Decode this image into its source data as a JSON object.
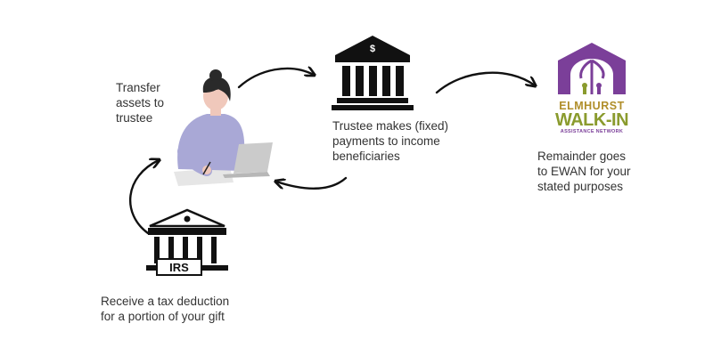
{
  "labels": {
    "transfer": [
      "Transfer",
      "assets to",
      "trustee"
    ],
    "trustee": [
      "Trustee makes (fixed)",
      "payments to income",
      "beneficiaries"
    ],
    "remainder": [
      "Remainder goes",
      "to EWAN for your",
      "stated purposes"
    ],
    "irs": [
      "Receive a tax deduction",
      "for a portion of your gift"
    ]
  },
  "logo": {
    "line1": "ELMHURST",
    "line2": "WALK-IN",
    "line3": "ASSISTANCE NETWORK"
  },
  "bank_icon_text": "$",
  "irs_icon_text": "IRS",
  "colors": {
    "ink": "#111111",
    "text": "#333333",
    "sweater": "#a9a8d6",
    "hair": "#2a2a2a",
    "skin": "#f0c8bb",
    "laptop": "#c9c9c9",
    "paper": "#e8e8e8",
    "logo_purple": "#7b3f99",
    "logo_green": "#8a9b2e",
    "logo_gold": "#b08e2a"
  },
  "icons": [
    "woman-at-laptop-icon",
    "bank-dollar-icon",
    "irs-building-icon",
    "ewan-logo",
    "arrow-icon"
  ]
}
